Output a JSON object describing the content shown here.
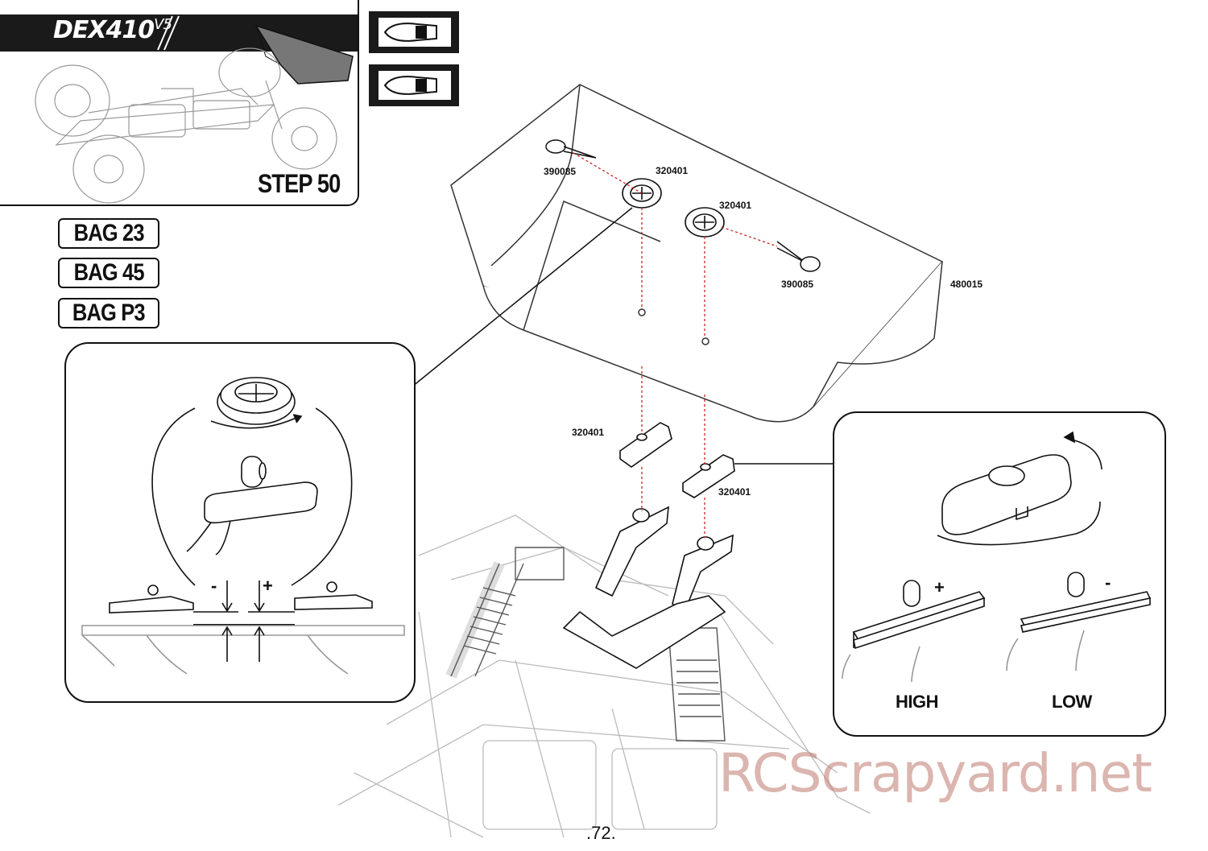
{
  "header": {
    "model_name": "DEX410",
    "model_version": "V5",
    "step_label": "STEP 50"
  },
  "bags": [
    "BAG 23",
    "BAG 45",
    "BAG P3"
  ],
  "parts": {
    "clip_left": "390085",
    "mount_left_top": "320401",
    "mount_right_top": "320401",
    "clip_right": "390085",
    "wing": "480015",
    "spacer_left": "320401",
    "spacer_right": "320401"
  },
  "detail_left": {
    "minus_sign": "-",
    "plus_sign": "+"
  },
  "detail_right": {
    "plus_sign": "+",
    "minus_sign": "-",
    "high_label": "HIGH",
    "low_label": "LOW"
  },
  "footer": {
    "page_number": ".72.",
    "watermark": "RCScrapyard.net"
  }
}
